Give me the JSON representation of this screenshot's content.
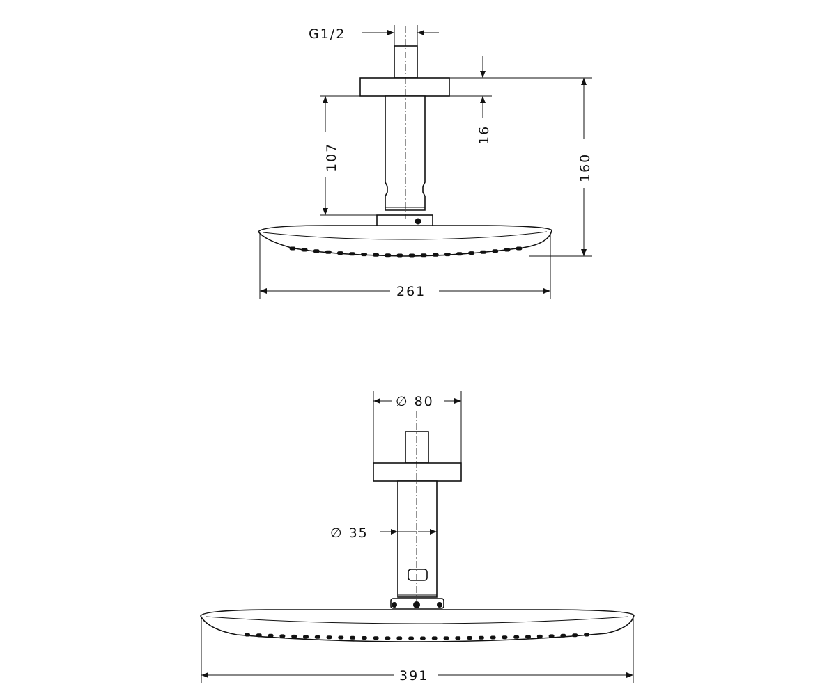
{
  "side_view": {
    "dimensions": {
      "thread": "G1/2",
      "flange_thickness": "16",
      "arm_length": "107",
      "total_height": "160",
      "head_width": "261"
    }
  },
  "front_view": {
    "dimensions": {
      "flange_diameter": "∅ 80",
      "arm_diameter": "∅ 35",
      "head_width": "391"
    }
  },
  "colors": {
    "line": "#111111",
    "background": "#ffffff"
  }
}
